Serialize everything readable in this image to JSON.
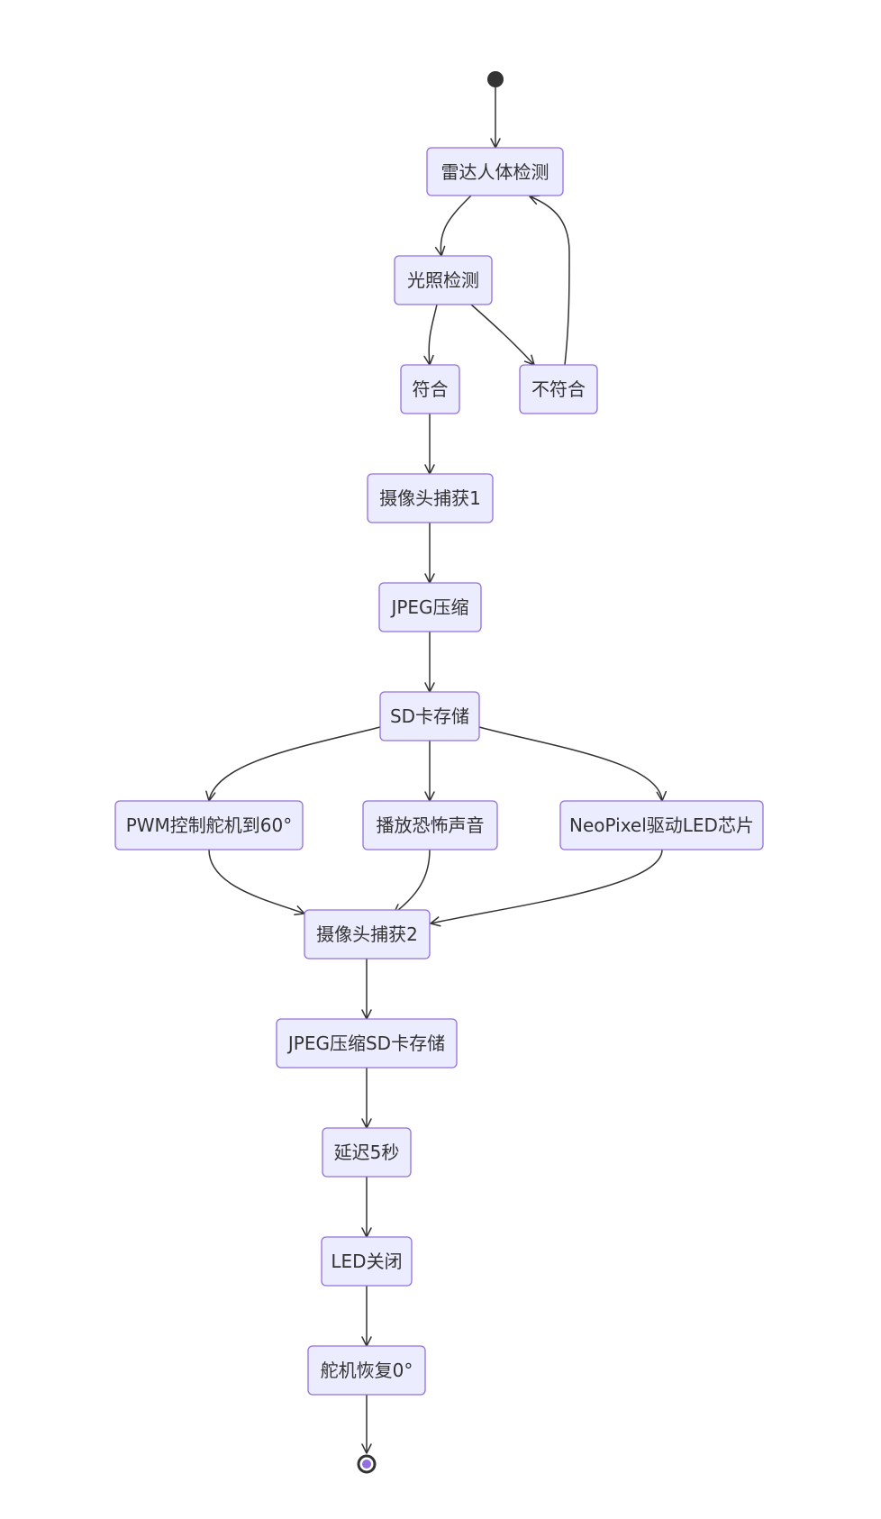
{
  "diagram": {
    "type": "state-diagram",
    "colors": {
      "node_fill": "#ECECFF",
      "node_stroke": "#9370DB",
      "edge": "#333333",
      "text": "#333333",
      "end_inner": "#9370DB"
    },
    "nodes": {
      "radar": "雷达人体检测",
      "light": "光照检测",
      "match": "符合",
      "nomatch": "不符合",
      "capture1": "摄像头捕获1",
      "jpeg": "JPEG压缩",
      "sd": "SD卡存储",
      "pwm": "PWM控制舵机到60°",
      "sound": "播放恐怖声音",
      "neopixel": "NeoPixel驱动LED芯片",
      "capture2": "摄像头捕获2",
      "jpegsd": "JPEG压缩SD卡存储",
      "delay": "延迟5秒",
      "ledoff": "LED关闭",
      "servo0": "舵机恢复0°"
    },
    "edges": [
      [
        "start",
        "radar"
      ],
      [
        "radar",
        "light"
      ],
      [
        "light",
        "match"
      ],
      [
        "light",
        "nomatch"
      ],
      [
        "nomatch",
        "radar"
      ],
      [
        "match",
        "capture1"
      ],
      [
        "capture1",
        "jpeg"
      ],
      [
        "jpeg",
        "sd"
      ],
      [
        "sd",
        "pwm"
      ],
      [
        "sd",
        "sound"
      ],
      [
        "sd",
        "neopixel"
      ],
      [
        "pwm",
        "capture2"
      ],
      [
        "sound",
        "capture2"
      ],
      [
        "neopixel",
        "capture2"
      ],
      [
        "capture2",
        "jpegsd"
      ],
      [
        "jpegsd",
        "delay"
      ],
      [
        "delay",
        "ledoff"
      ],
      [
        "ledoff",
        "servo0"
      ],
      [
        "servo0",
        "end"
      ]
    ]
  }
}
